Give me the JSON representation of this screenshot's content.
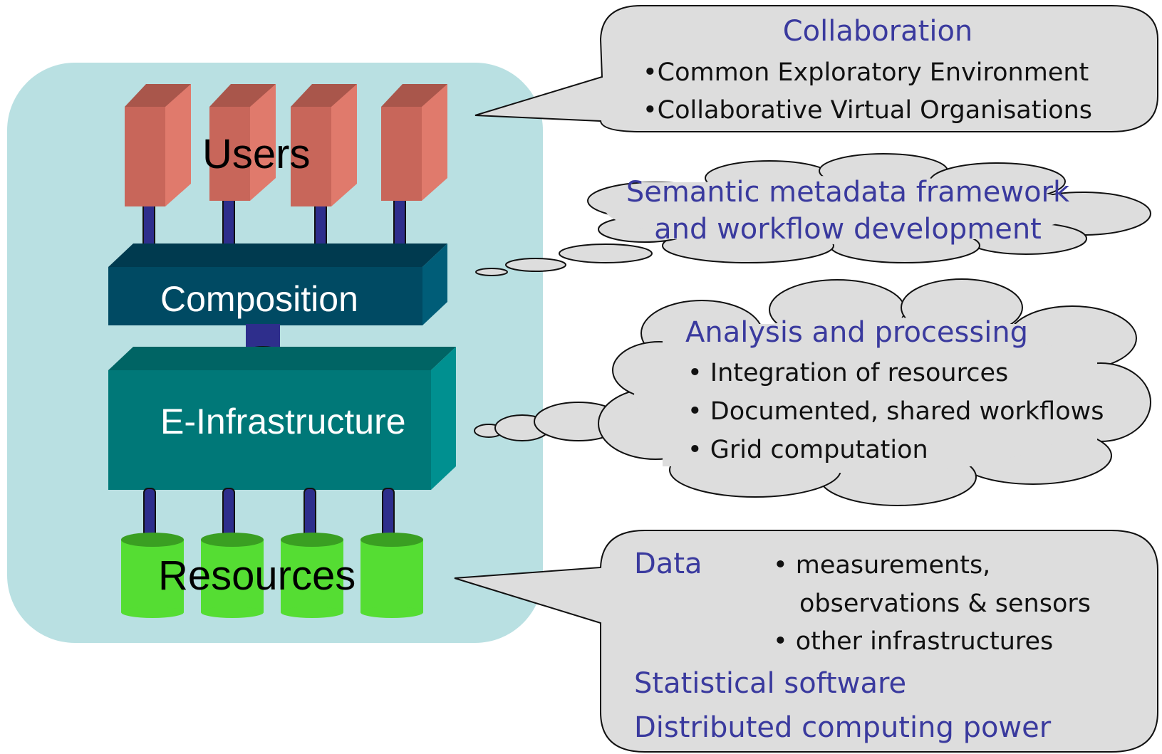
{
  "colors": {
    "panel": "#b9e0e2",
    "callout_fill": "#dddddd",
    "callout_title": "#3a3a9e",
    "body_text": "#111111",
    "users_front": "#c8665a",
    "users_side": "#e07a6c",
    "composition": "#004a63",
    "infrastructure": "#007878",
    "connector": "#2e2e8c",
    "resources": "#55dd33"
  },
  "stack": {
    "users_label": "Users",
    "composition_label": "Composition",
    "infrastructure_label": "E-Infrastructure",
    "resources_label": "Resources"
  },
  "callouts": {
    "collaboration": {
      "title": "Collaboration",
      "items": [
        "•Common Exploratory Environment",
        "•Collaborative Virtual Organisations"
      ]
    },
    "semantic": {
      "line1": "Semantic metadata framework",
      "line2": "and workflow development"
    },
    "analysis": {
      "title": "Analysis and processing",
      "items": [
        "• Integration of resources",
        "• Documented, shared workflows",
        "• Grid computation"
      ]
    },
    "resources": {
      "data_label": "Data",
      "data_items": [
        "• measurements,",
        "observations & sensors",
        "• other infrastructures"
      ],
      "statistical": "Statistical software",
      "computing": "Distributed computing power"
    }
  }
}
